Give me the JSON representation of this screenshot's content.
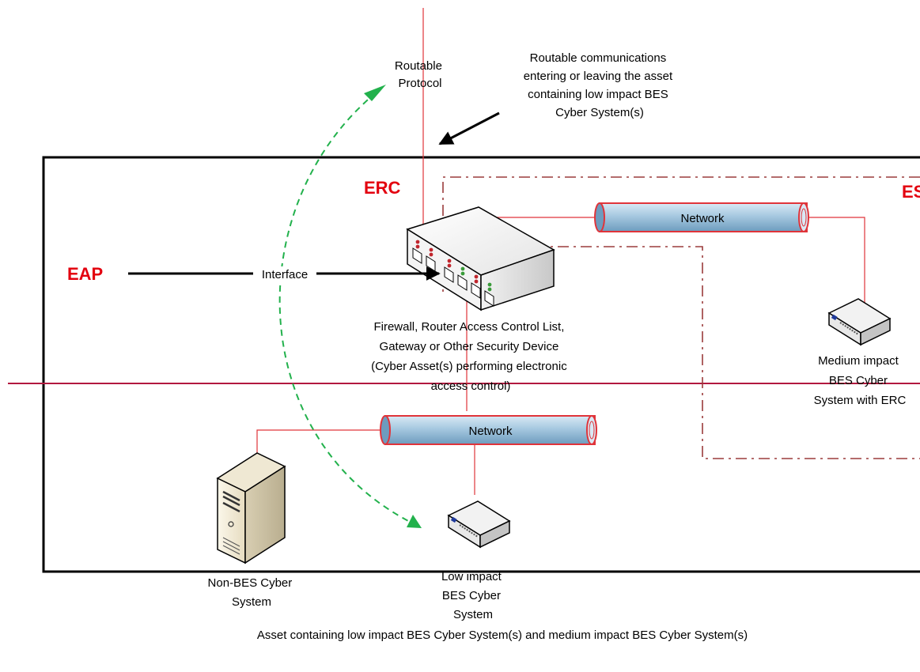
{
  "labels": {
    "routable_protocol": [
      "Routable",
      "Protocol"
    ],
    "routable_comms": [
      "Routable communications",
      "entering or leaving the asset",
      "containing low impact BES",
      "Cyber System(s)"
    ],
    "erc": "ERC",
    "esp_partial": "ES",
    "eap": "EAP",
    "interface": "Interface",
    "network_upper": "Network",
    "network_lower": "Network",
    "firewall": [
      "Firewall, Router Access Control List,",
      "Gateway or Other Security Device",
      "(Cyber Asset(s) performing electronic",
      "access control)"
    ],
    "medium_impact": [
      "Medium impact",
      "BES Cyber",
      "System with ERC"
    ],
    "non_bes": [
      "Non-BES Cyber",
      "System"
    ],
    "low_impact": [
      "Low impact",
      "BES Cyber",
      "System"
    ],
    "caption": "Asset containing low impact BES Cyber System(s) and medium impact BES Cyber System(s)"
  },
  "colors": {
    "accent_red": "#e3000f",
    "connector_red": "#e0343a",
    "dashed_green": "#22b14c",
    "esp_border": "#9b3c3c",
    "divider": "#b2193f",
    "network_pipe": "#a6c8e0"
  },
  "icons": [
    "firewall-switch-icon",
    "network-device-icon",
    "server-tower-icon"
  ]
}
